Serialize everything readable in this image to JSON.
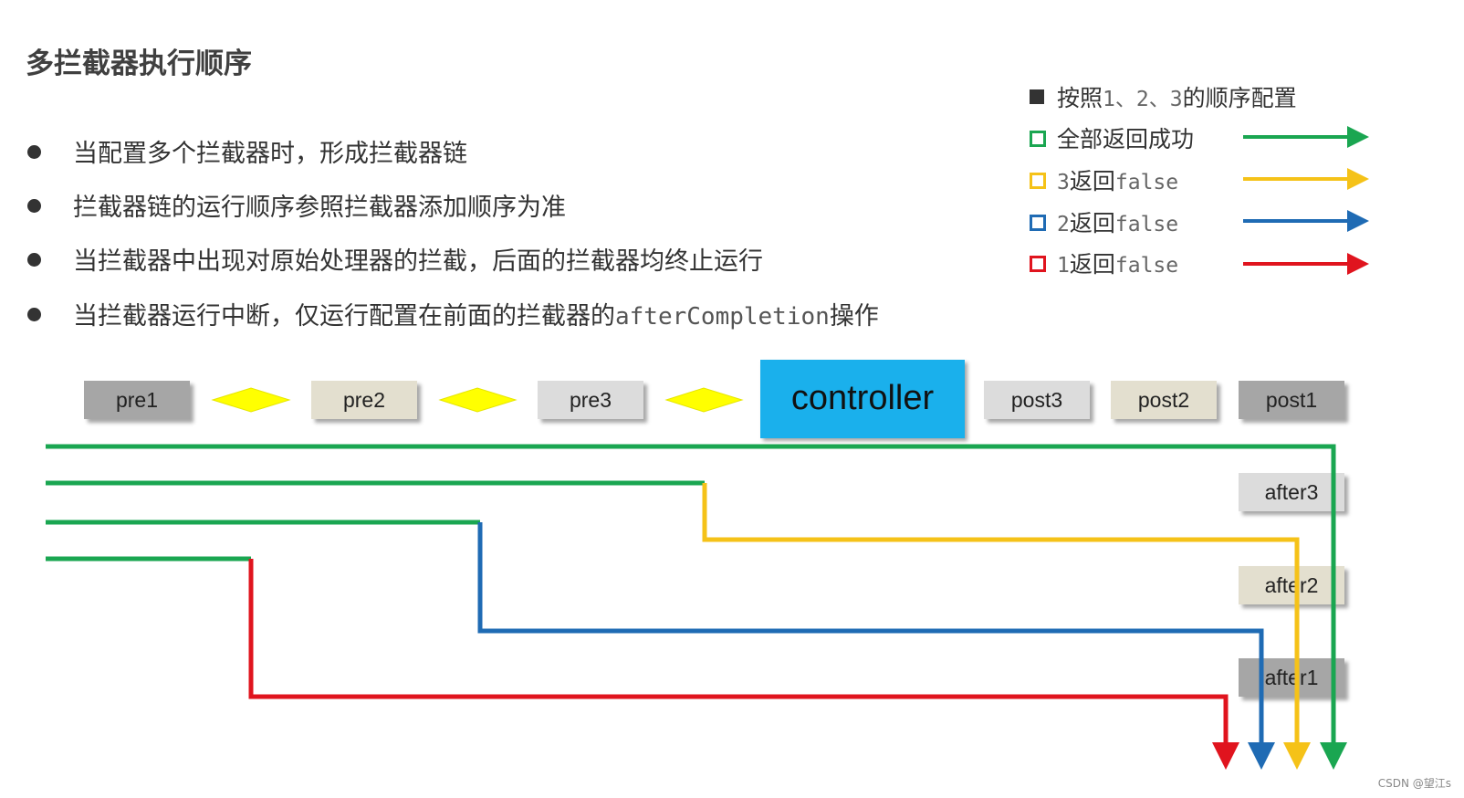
{
  "title": "多拦截器执行顺序",
  "bullets": [
    {
      "text": "当配置多个拦截器时，形成拦截器链"
    },
    {
      "text": "拦截器链的运行顺序参照拦截器添加顺序为准"
    },
    {
      "text": "当拦截器中出现对原始处理器的拦截，后面的拦截器均终止运行"
    },
    {
      "text_before": "当拦截器运行中断，仅运行配置在前面的拦截器的",
      "code": "afterCompletion",
      "text_after": "操作"
    }
  ],
  "legend": {
    "header": {
      "prefix": "按照",
      "code": "1、2、3",
      "suffix": "的顺序配置"
    },
    "items": [
      {
        "label": "全部返回成功",
        "code_prefix": "",
        "code_suffix": "",
        "color": "#1aa651"
      },
      {
        "label": "返回",
        "code_prefix": "3",
        "code_suffix": "false",
        "color": "#f5c218"
      },
      {
        "label": "返回",
        "code_prefix": "2",
        "code_suffix": "false",
        "color": "#1f6bb4"
      },
      {
        "label": "返回",
        "code_prefix": "1",
        "code_suffix": "false",
        "color": "#e0141e"
      }
    ]
  },
  "nodes": {
    "pre1": "pre1",
    "pre2": "pre2",
    "pre3": "pre3",
    "controller": "controller",
    "post3": "post3",
    "post2": "post2",
    "post1": "post1",
    "after3": "after3",
    "after2": "after2",
    "after1": "after1"
  },
  "colors": {
    "green": "#1aa651",
    "yellow": "#f5c218",
    "blue": "#1f6bb4",
    "red": "#e0141e",
    "diamond": "#ffff00",
    "controller": "#1ab0ec"
  },
  "watermark": "CSDN @望江s"
}
